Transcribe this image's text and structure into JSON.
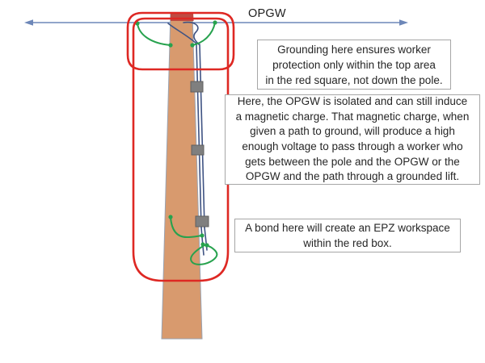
{
  "labels": {
    "opgw": "OPGW"
  },
  "callouts": {
    "grounding": {
      "lines": [
        "Grounding here ensures worker",
        "protection only within the top area",
        "in the red square, not down the pole."
      ]
    },
    "isolated": {
      "lines": [
        "Here, the OPGW is isolated and can still induce",
        "a magnetic charge. That magnetic charge, when",
        "given a path to ground, will produce a high",
        "enough voltage to pass through a worker who",
        "gets between the pole and the OPGW or the",
        "OPGW and the path through a grounded lift."
      ]
    },
    "bond": {
      "lines": [
        "A bond here will create an EPZ workspace",
        "within the red box."
      ]
    }
  },
  "colors": {
    "red": "#de2823",
    "green": "#27a24e",
    "navy": "#3f5383",
    "wire-blue": "#6d87b8",
    "pole": "#d89a6e",
    "pole-border": "#9aa3b2",
    "pole-cap": "#bf4a42",
    "clamp": "#7f7f7f",
    "clamp-border": "#5f5f5f",
    "box-border": "#a6a6a6",
    "text": "#262626"
  }
}
